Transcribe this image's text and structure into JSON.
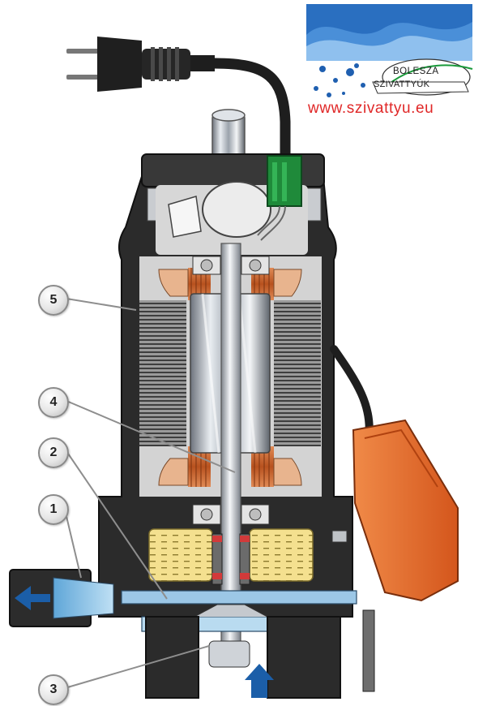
{
  "logo": {
    "brand_line1": "BOLESZA",
    "brand_line2": "SZIVATTYÚK",
    "website": "www.szivattyu.eu"
  },
  "callouts": [
    {
      "id": "1",
      "label": "1"
    },
    {
      "id": "2",
      "label": "2"
    },
    {
      "id": "3",
      "label": "3"
    },
    {
      "id": "4",
      "label": "4"
    },
    {
      "id": "5",
      "label": "5"
    }
  ],
  "colors": {
    "housing": "#2b2b2b",
    "copper_winding": "#c05a2a",
    "float_switch": "#e46a2a",
    "flow_arrow": "#1b5ea8",
    "website_text": "#e02727",
    "seal_chamber": "#f2df8e"
  }
}
